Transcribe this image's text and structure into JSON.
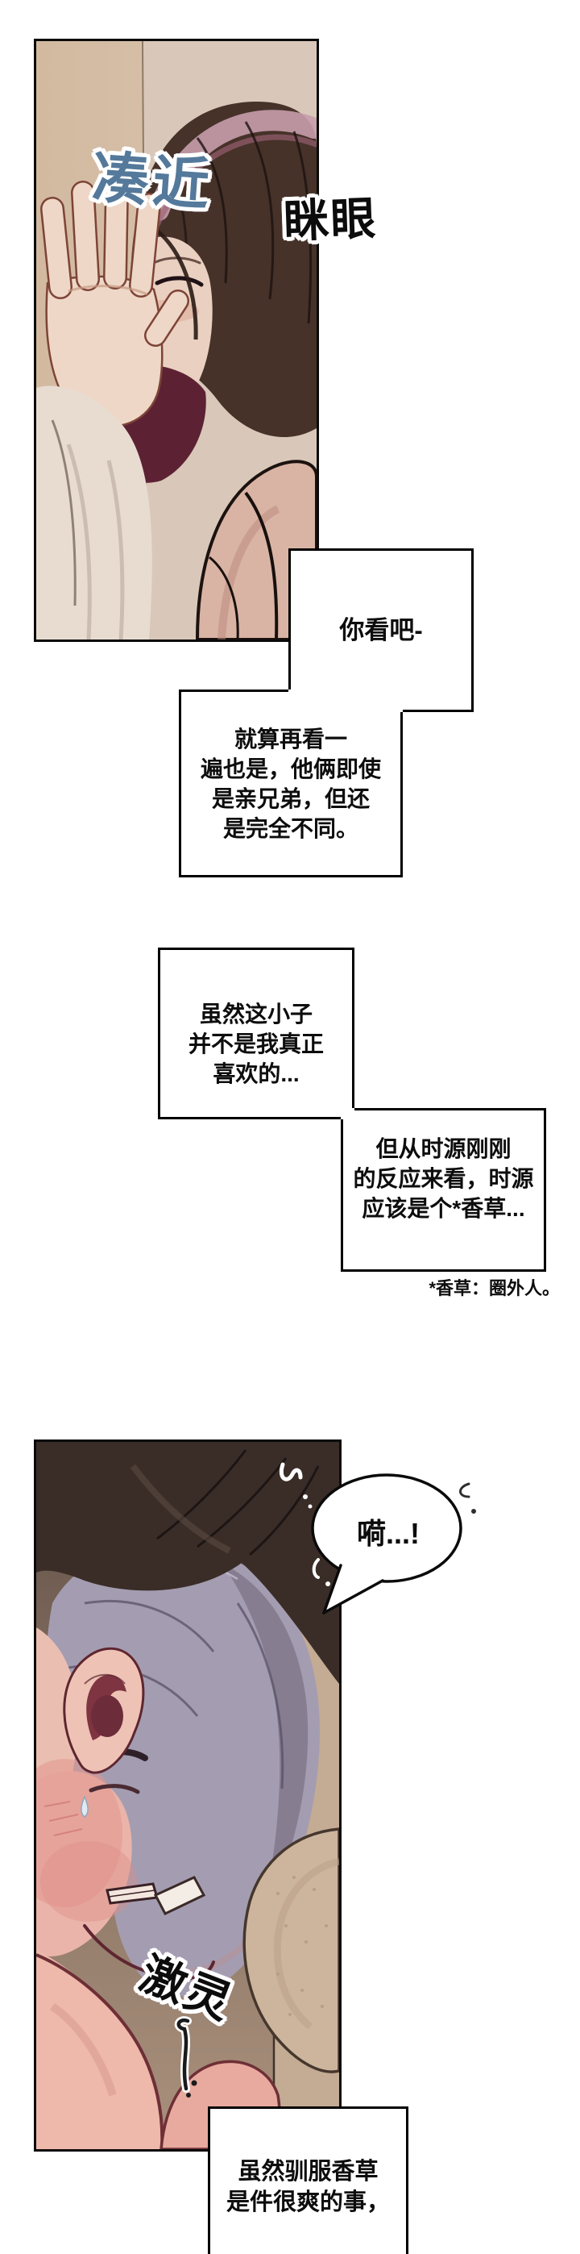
{
  "comic": {
    "panel1": {
      "sfx_lean": "凑近",
      "sfx_lean_color": "#54799b",
      "sfx_squint": "眯眼"
    },
    "narration": {
      "box1": "你看吧-",
      "box2": [
        "就算再看一",
        "遍也是，他俩即使",
        "是亲兄弟，但还",
        "是完全不同。"
      ],
      "box3": [
        "虽然这小子",
        "并不是我真正",
        "喜欢的..."
      ],
      "box4": [
        "但从时源刚刚",
        "的反应来看，时源",
        "应该是个*香草..."
      ],
      "footnote": "*香草：圈外人。",
      "box5": [
        "虽然驯服香草",
        "是件很爽的事，"
      ]
    },
    "panel2": {
      "bubble": "嗬...!",
      "sfx_shiver": "激灵"
    }
  }
}
